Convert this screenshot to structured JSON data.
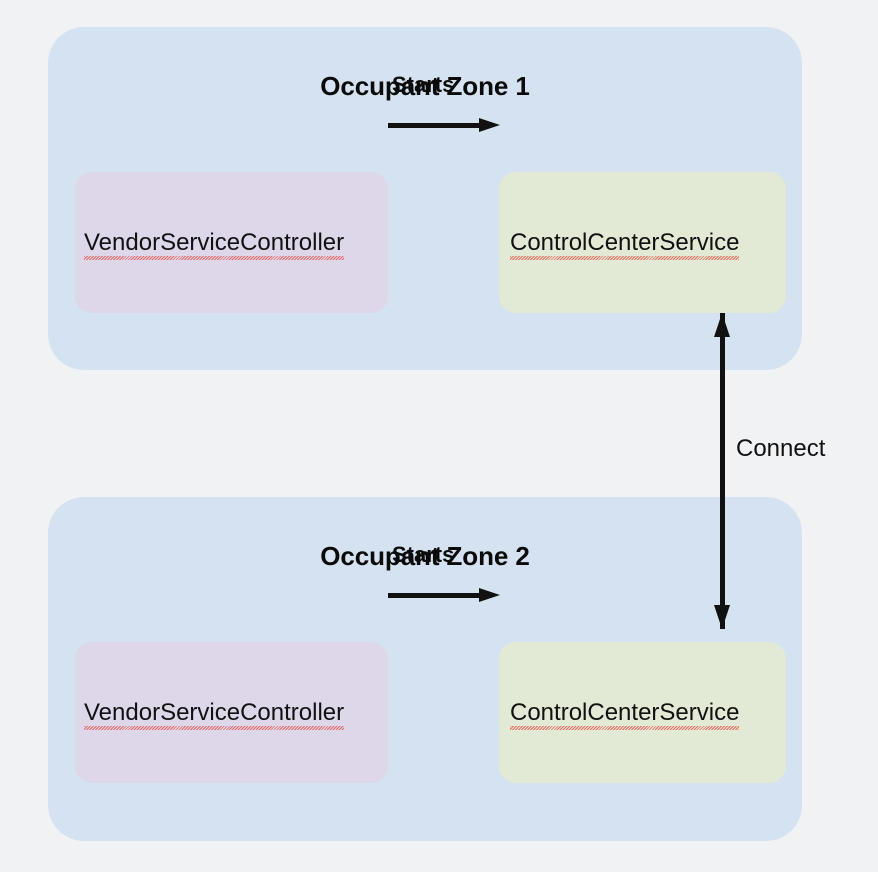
{
  "diagram": {
    "type": "architecture-block-diagram",
    "background_color": "#f1f2f4",
    "zones": [
      {
        "id": "zone-1",
        "title": "Occupant Zone 1",
        "fill_color": "#d5e2f1",
        "nodes": [
          {
            "id": "vendor-service-controller-1",
            "label": "VendorServiceController",
            "fill_color": "#ded6e9",
            "spellcheck_underline": true
          },
          {
            "id": "control-center-service-1",
            "label": "ControlCenterService",
            "fill_color": "#e2ead5",
            "spellcheck_underline": true
          }
        ],
        "edge_label": "Starts"
      },
      {
        "id": "zone-2",
        "title": "Occupant Zone 2",
        "fill_color": "#d5e2f1",
        "nodes": [
          {
            "id": "vendor-service-controller-2",
            "label": "VendorServiceController",
            "fill_color": "#ded6e9",
            "spellcheck_underline": true
          },
          {
            "id": "control-center-service-2",
            "label": "ControlCenterService",
            "fill_color": "#e2ead5",
            "spellcheck_underline": true
          }
        ],
        "edge_label": "Starts"
      }
    ],
    "cross_zone_edge": {
      "label": "Connect",
      "direction": "bidirectional",
      "color": "#111111",
      "from": "control-center-service-1",
      "to": "control-center-service-2"
    }
  }
}
